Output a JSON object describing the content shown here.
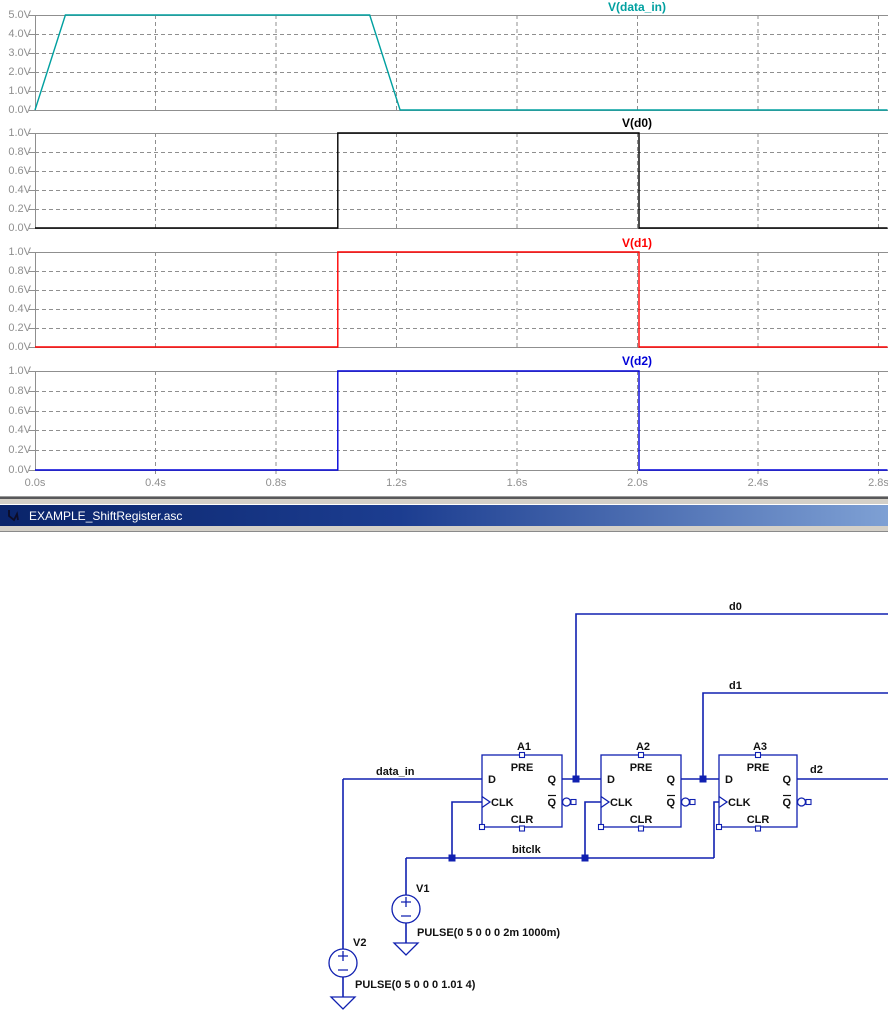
{
  "window": {
    "title": "EXAMPLE_ShiftRegister.asc"
  },
  "colors": {
    "wire": "#1020b0",
    "grid": "#8f8f8f",
    "tick_label": "#8f8f8f",
    "titlebar_left": "#0a246a",
    "titlebar_right": "#7ea0d4",
    "schematic_text": "#111111",
    "trace_data_in": "#00a0a0",
    "trace_d0": "#000000",
    "trace_d1": "#ff0000",
    "trace_d2": "#0000d8"
  },
  "chart_data": {
    "type": "line",
    "grid": true,
    "xlim": [
      0,
      2.83
    ],
    "xunit": "s",
    "xticks": [
      "0.0s",
      "0.4s",
      "0.8s",
      "1.2s",
      "1.6s",
      "2.0s",
      "2.4s",
      "2.8s"
    ],
    "panes": [
      {
        "title": "V(data_in)",
        "color": "#00a0a0",
        "ylim": [
          0,
          5
        ],
        "yticks": [
          "5.0V",
          "4.0V",
          "3.0V",
          "2.0V",
          "1.0V",
          "0.0V"
        ],
        "points": [
          [
            0,
            0
          ],
          [
            0.101,
            5
          ],
          [
            1.111,
            5
          ],
          [
            1.212,
            0
          ],
          [
            2.83,
            0
          ]
        ]
      },
      {
        "title": "V(d0)",
        "color": "#000000",
        "ylim": [
          0,
          1
        ],
        "yticks": [
          "1.0V",
          "0.8V",
          "0.6V",
          "0.4V",
          "0.2V",
          "0.0V"
        ],
        "points": [
          [
            0,
            0
          ],
          [
            1.005,
            0
          ],
          [
            1.005,
            1
          ],
          [
            2.005,
            1
          ],
          [
            2.005,
            0
          ],
          [
            2.83,
            0
          ]
        ]
      },
      {
        "title": "V(d1)",
        "color": "#ff0000",
        "ylim": [
          0,
          1
        ],
        "yticks": [
          "1.0V",
          "0.8V",
          "0.6V",
          "0.4V",
          "0.2V",
          "0.0V"
        ],
        "points": [
          [
            0,
            0
          ],
          [
            1.005,
            0
          ],
          [
            1.005,
            1
          ],
          [
            2.005,
            1
          ],
          [
            2.005,
            0
          ],
          [
            2.83,
            0
          ]
        ]
      },
      {
        "title": "V(d2)",
        "color": "#0000d8",
        "ylim": [
          0,
          1
        ],
        "yticks": [
          "1.0V",
          "0.8V",
          "0.6V",
          "0.4V",
          "0.2V",
          "0.0V"
        ],
        "points": [
          [
            0,
            0
          ],
          [
            1.005,
            0
          ],
          [
            1.005,
            1
          ],
          [
            2.005,
            1
          ],
          [
            2.005,
            0
          ],
          [
            2.83,
            0
          ]
        ]
      }
    ]
  },
  "schematic": {
    "pins": {
      "pre": "PRE",
      "d": "D",
      "clk": "CLK",
      "q": "Q",
      "qbar": "Q",
      "clr": "CLR"
    },
    "components": {
      "a1": "A1",
      "a2": "A2",
      "a3": "A3",
      "v1": "V1",
      "v2": "V2"
    },
    "values": {
      "v1": "PULSE(0 5 0 0 0 2m 1000m)",
      "v2": "PULSE(0 5 0 0 0 1.01 4)"
    },
    "nets": {
      "data_in": "data_in",
      "d0": "d0",
      "d1": "d1",
      "d2": "d2",
      "bitclk": "bitclk"
    }
  }
}
